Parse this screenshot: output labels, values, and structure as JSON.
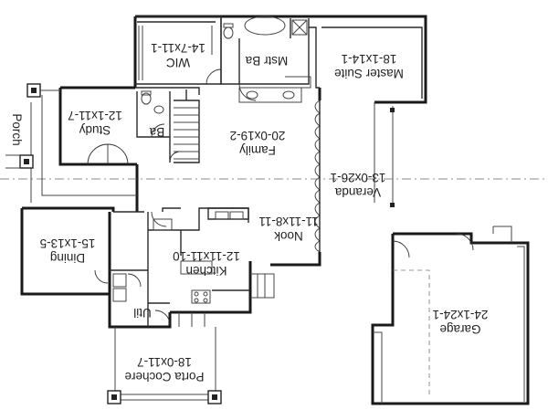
{
  "plan": {
    "rooms": [
      {
        "name": "WIC",
        "dims": "14-7x11-1"
      },
      {
        "name": "Mstr Ba",
        "dims": ""
      },
      {
        "name": "Master Suite",
        "dims": "18-1x14-1"
      },
      {
        "name": "Study",
        "dims": "12-1x11-7"
      },
      {
        "name": "Ba",
        "dims": ""
      },
      {
        "name": "Porch",
        "dims": ""
      },
      {
        "name": "Family",
        "dims": "20-0x19-2"
      },
      {
        "name": "Veranda",
        "dims": "13-0x26-1"
      },
      {
        "name": "Nook",
        "dims": "11-11x8-11"
      },
      {
        "name": "Dining",
        "dims": "15-1x13-5"
      },
      {
        "name": "Kitchen",
        "dims": "12-11x11-10"
      },
      {
        "name": "Util",
        "dims": ""
      },
      {
        "name": "Garage",
        "dims": "24-1x24-1"
      },
      {
        "name": "Porta Cochere",
        "dims": "18-0x11-7"
      }
    ]
  }
}
